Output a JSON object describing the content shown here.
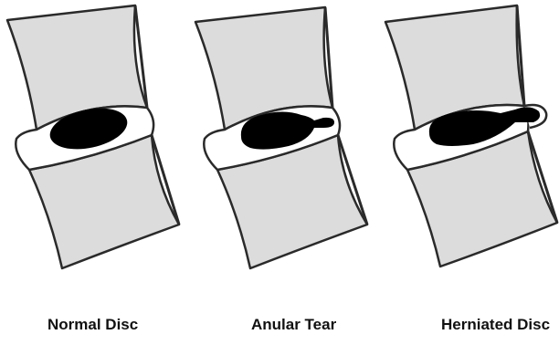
{
  "panels": [
    {
      "label": "Normal Disc"
    },
    {
      "label": "Anular Tear"
    },
    {
      "label": "Herniated Disc"
    }
  ],
  "colors": {
    "vertebra_fill": "#dcdcdc",
    "outline": "#2a2a2a",
    "disc_fill": "#ffffff",
    "nucleus": "#000000"
  }
}
